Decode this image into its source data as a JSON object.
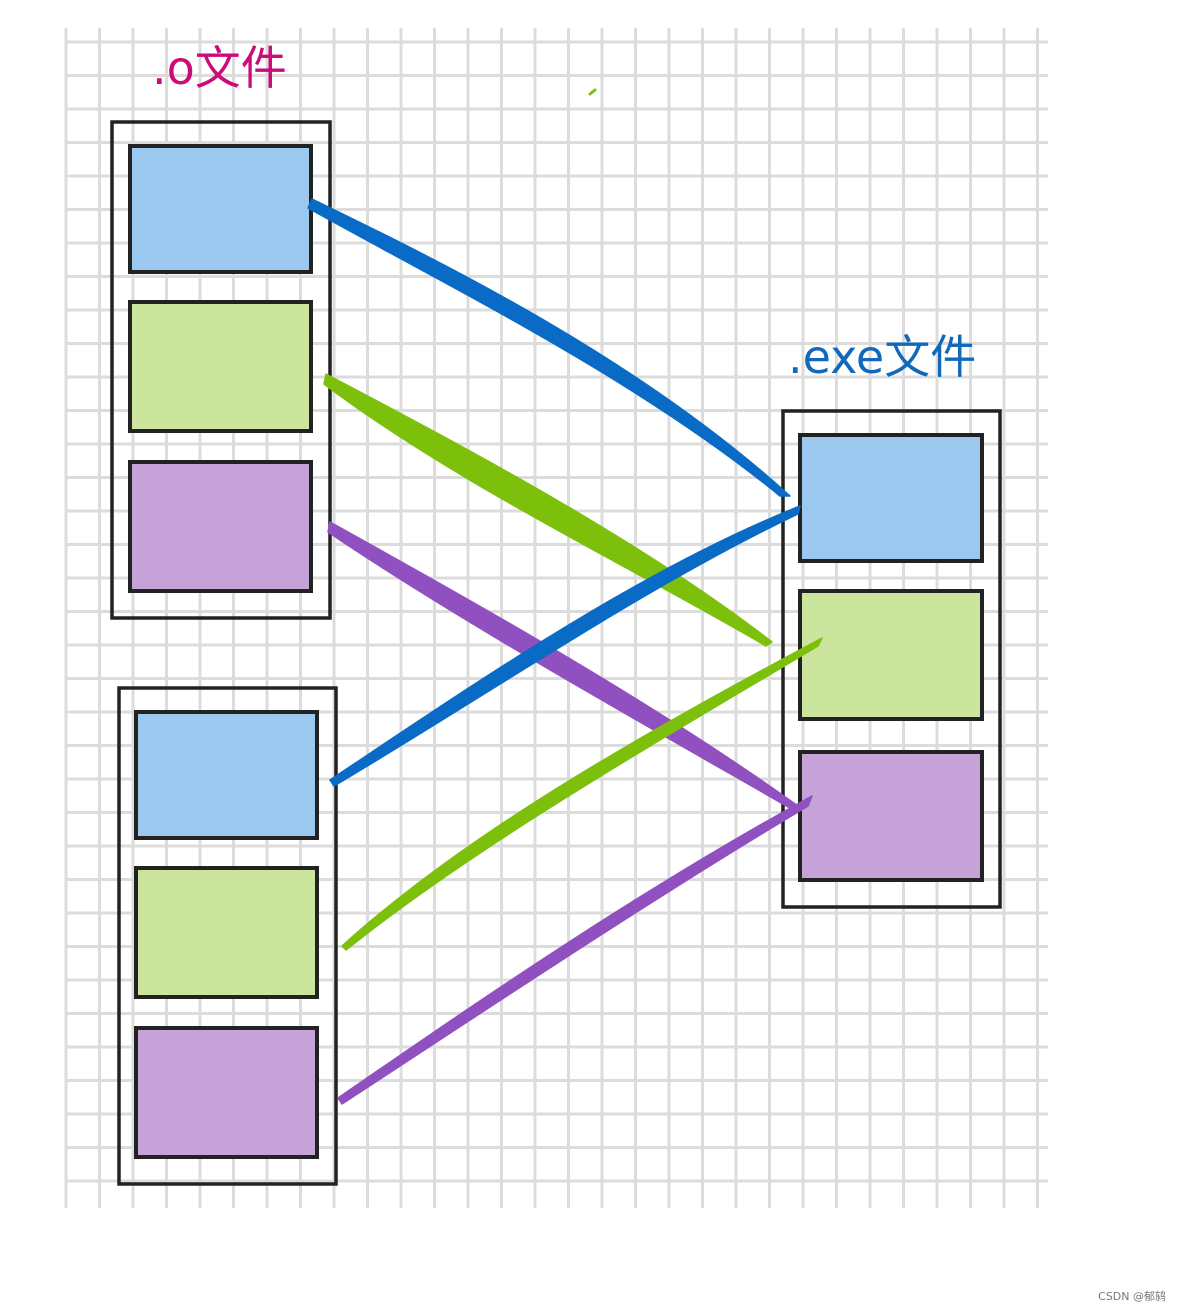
{
  "labels": {
    "left_title": ".o文件",
    "right_title": ".exe文件"
  },
  "watermark": "CSDN @郁鸫",
  "colors": {
    "grid": "#dcdcdc",
    "border": "#222222",
    "blue_fill": "#9bc8ee",
    "green_fill": "#cbe49e",
    "purple_fill": "#c5a3d8",
    "blue_line": "#0a6bc6",
    "green_line": "#7cc00c",
    "purple_line": "#9150c0",
    "left_title": "#cc0a78",
    "right_title": "#1268bb"
  }
}
